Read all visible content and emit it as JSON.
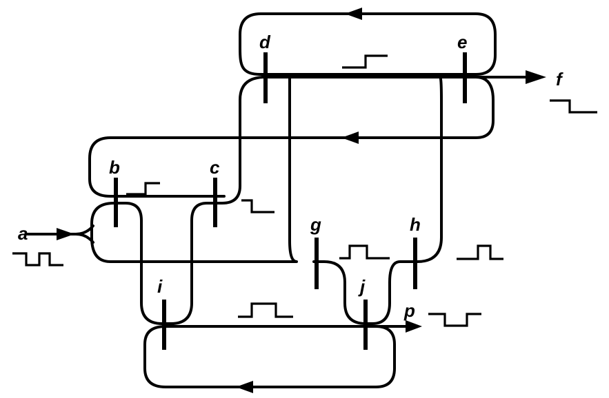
{
  "diagram": {
    "labels": {
      "a": "a",
      "b": "b",
      "c": "c",
      "d": "d",
      "e": "e",
      "f": "f",
      "g": "g",
      "h": "h",
      "i": "i",
      "j": "j",
      "p": "p"
    },
    "colors": {
      "ink": "#000000",
      "background": "#ffffff"
    }
  }
}
